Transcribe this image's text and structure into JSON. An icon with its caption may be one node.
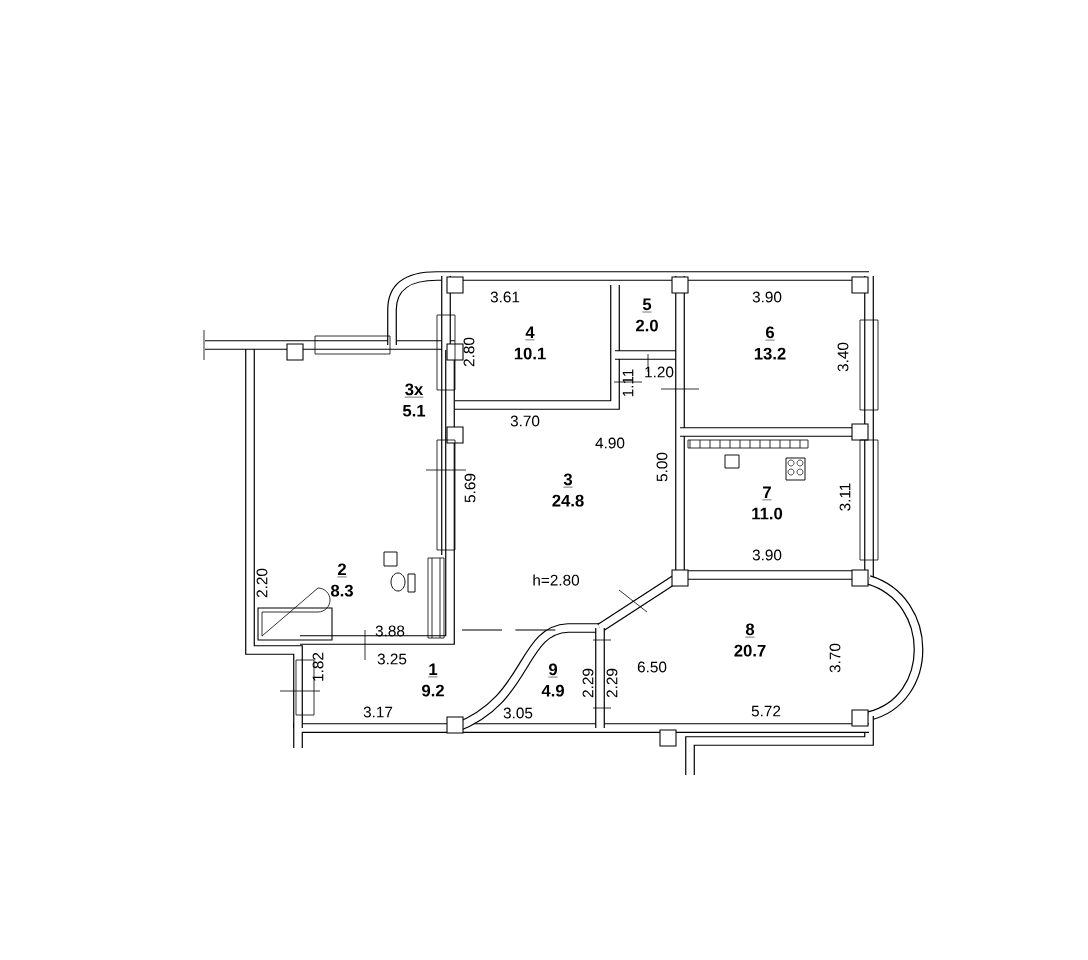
{
  "diagram": {
    "nodes": [
      {
        "text": [
          "4",
          "10.1"
        ]
      },
      {
        "text": [
          "5",
          "2.0"
        ]
      },
      {
        "text": [
          "6",
          "13.2"
        ]
      },
      {
        "text": [
          "3x",
          "5.1"
        ]
      },
      {
        "text": [
          "3",
          "24.8"
        ]
      },
      {
        "text": [
          "7",
          "11.0"
        ]
      },
      {
        "text": [
          "2",
          "8.3"
        ]
      },
      {
        "text": [
          "1",
          "9.2"
        ]
      },
      {
        "text": [
          "9",
          "4.9"
        ]
      },
      {
        "text": [
          "8",
          "20.7"
        ]
      }
    ],
    "labels": [
      "3.61",
      "3.90",
      "2.80",
      "1.20",
      "1.11",
      "3.40",
      "3.70",
      "4.90",
      "5.00",
      "5.69",
      "3.11",
      "3.90",
      "2.20",
      "h=2.80",
      "3.88",
      "3.25",
      "1.82",
      "2.29",
      "2.29",
      "6.50",
      "3.70",
      "3.17",
      "3.05",
      "5.72"
    ]
  }
}
